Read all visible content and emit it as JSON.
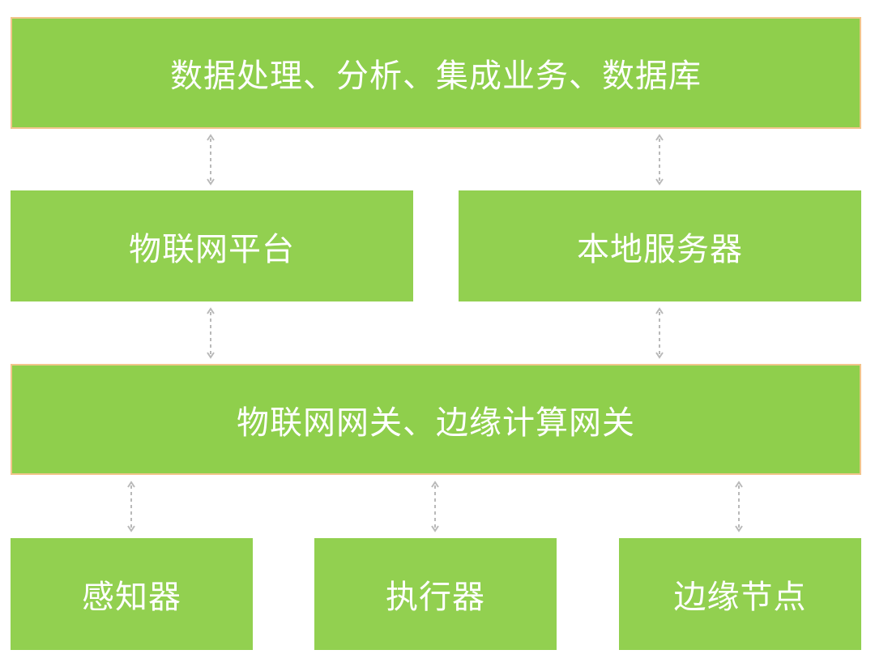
{
  "colors": {
    "box_green": "#8fcf4c",
    "box_green_light": "#92d050",
    "box_edge": "#f2c58c",
    "connector": "#b9b9b9"
  },
  "layers": {
    "top": {
      "label": "数据处理、分析、集成业务、数据库"
    },
    "platform": {
      "label": "物联网平台"
    },
    "server": {
      "label": "本地服务器"
    },
    "gateway": {
      "label": "物联网网关、边缘计算网关"
    },
    "sensor": {
      "label": "感知器"
    },
    "actuator": {
      "label": "执行器"
    },
    "edge_node": {
      "label": "边缘节点"
    }
  },
  "connectors": [
    {
      "from": "top",
      "to": "platform",
      "style": "dashed-bidirectional"
    },
    {
      "from": "top",
      "to": "server",
      "style": "dashed-bidirectional"
    },
    {
      "from": "platform",
      "to": "gateway",
      "style": "dashed-bidirectional"
    },
    {
      "from": "server",
      "to": "gateway",
      "style": "dashed-bidirectional"
    },
    {
      "from": "gateway",
      "to": "sensor",
      "style": "dashed-bidirectional"
    },
    {
      "from": "gateway",
      "to": "actuator",
      "style": "dashed-bidirectional"
    },
    {
      "from": "gateway",
      "to": "edge_node",
      "style": "dashed-bidirectional"
    }
  ]
}
